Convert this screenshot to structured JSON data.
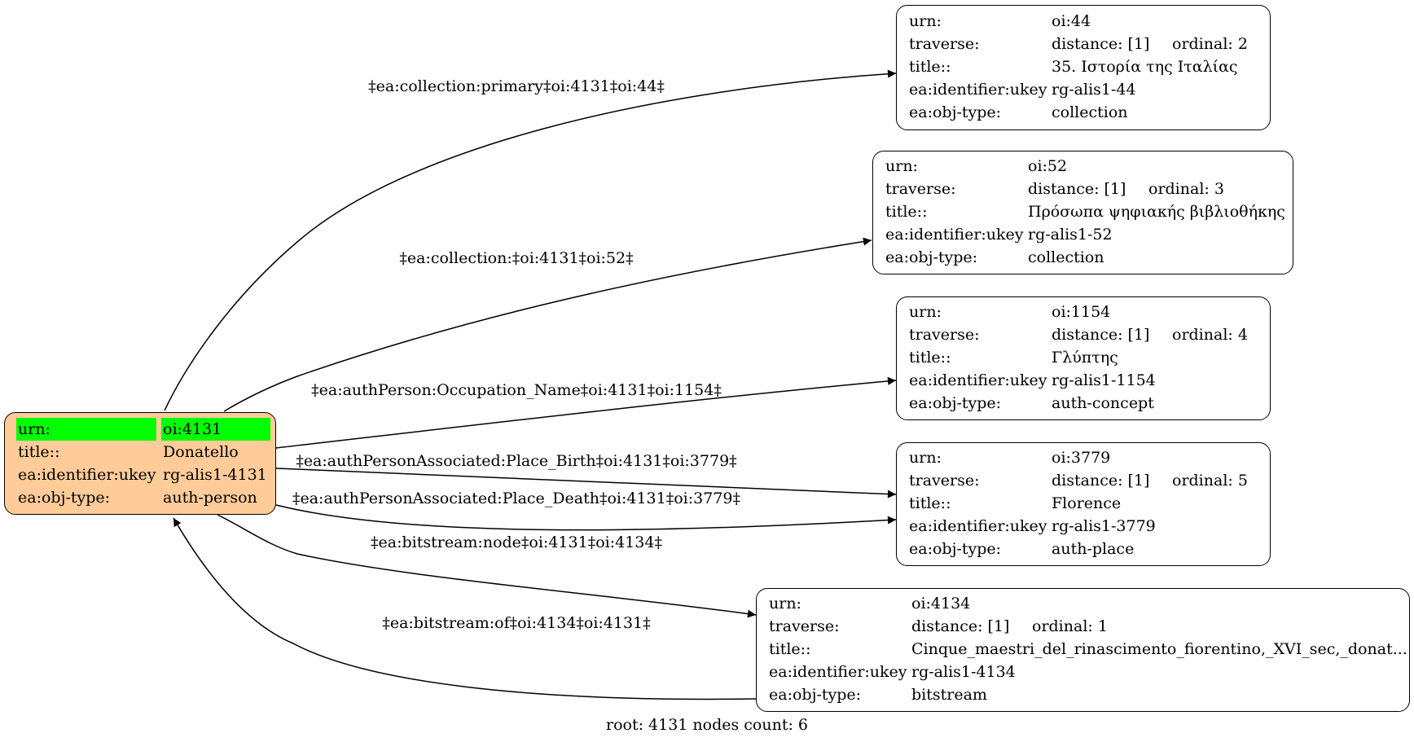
{
  "root_node": {
    "rows": [
      {
        "key": "urn:",
        "value": "oi:4131"
      },
      {
        "key": "title::",
        "value": "Donatello"
      },
      {
        "key": "ea:identifier:ukey",
        "value": "rg-alis1-4131"
      },
      {
        "key": "ea:obj-type:",
        "value": "auth-person"
      }
    ],
    "fill_color": "#ffcc99",
    "highlight_color": "#00ff00"
  },
  "nodes": [
    {
      "urn": "oi:44",
      "distance": "distance: [1]",
      "ordinal": "ordinal: 2",
      "title": "35. Ιστορία της Ιταλίας",
      "ukey": "rg-alis1-44",
      "obj_type": "collection"
    },
    {
      "urn": "oi:52",
      "distance": "distance: [1]",
      "ordinal": "ordinal: 3",
      "title": "Πρόσωπα ψηφιακής βιβλιοθήκης",
      "ukey": "rg-alis1-52",
      "obj_type": "collection"
    },
    {
      "urn": "oi:1154",
      "distance": "distance: [1]",
      "ordinal": "ordinal: 4",
      "title": "Γλύπτης",
      "ukey": "rg-alis1-1154",
      "obj_type": "auth-concept"
    },
    {
      "urn": "oi:3779",
      "distance": "distance: [1]",
      "ordinal": "ordinal: 5",
      "title": "Florence",
      "ukey": "rg-alis1-3779",
      "obj_type": "auth-place"
    },
    {
      "urn": "oi:4134",
      "distance": "distance: [1]",
      "ordinal": "ordinal: 1",
      "title": "Cinque_maestri_del_rinascimento_fiorentino,_XVI_sec,_donat...",
      "ukey": "rg-alis1-4134",
      "obj_type": "bitstream"
    }
  ],
  "node_keys": {
    "urn": "urn:",
    "traverse": "traverse:",
    "title": "title::",
    "ukey": "ea:identifier:ukey",
    "obj_type": "ea:obj-type:"
  },
  "edges": [
    {
      "label": "‡ea:collection:primary‡oi:4131‡oi:44‡"
    },
    {
      "label": "‡ea:collection:‡oi:4131‡oi:52‡"
    },
    {
      "label": "‡ea:authPerson:Occupation_Name‡oi:4131‡oi:1154‡"
    },
    {
      "label": "‡ea:authPersonAssociated:Place_Birth‡oi:4131‡oi:3779‡"
    },
    {
      "label": "‡ea:authPersonAssociated:Place_Death‡oi:4131‡oi:3779‡"
    },
    {
      "label": "‡ea:bitstream:node‡oi:4131‡oi:4134‡"
    },
    {
      "label": "‡ea:bitstream:of‡oi:4134‡oi:4131‡"
    }
  ],
  "footer": "root: 4131 nodes count: 6"
}
